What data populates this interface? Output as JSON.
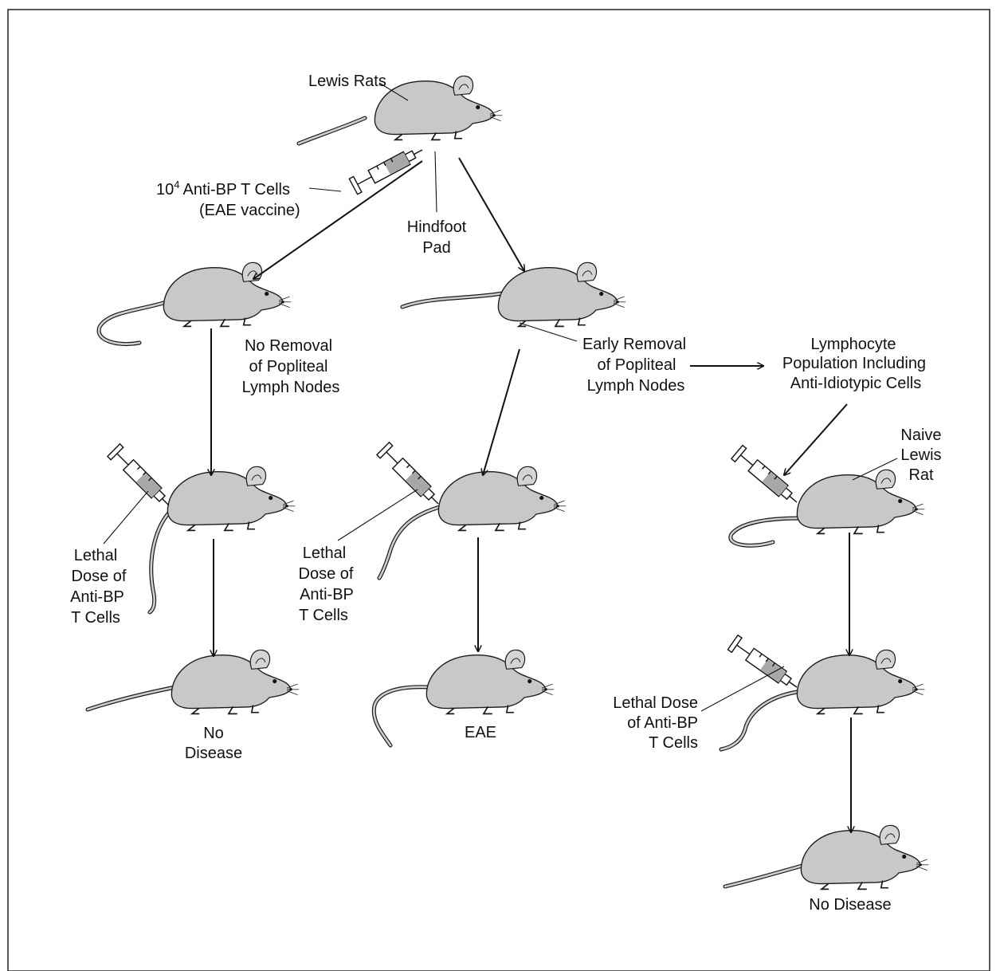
{
  "labels": {
    "lewis_rats": "Lewis Rats",
    "vaccine_line1": "Anti-BP T Cells",
    "vaccine_exp_base": "10",
    "vaccine_exp_sup": "4",
    "vaccine_line2": "(EAE vaccine)",
    "hindfoot": [
      "Hindfoot",
      "Pad"
    ],
    "no_removal": [
      "No Removal",
      "of  Popliteal",
      "Lymph Nodes"
    ],
    "early_removal": [
      "Early Removal",
      "of Popliteal",
      "Lymph Nodes"
    ],
    "lymphocyte": [
      "Lymphocyte",
      "Population Including",
      "Anti-Idiotypic Cells"
    ],
    "naive": [
      "Naive",
      "Lewis",
      "Rat"
    ],
    "lethal_left": [
      "Lethal",
      "Dose of",
      "Anti-BP",
      "T Cells"
    ],
    "lethal_mid": [
      "Lethal",
      "Dose of",
      "Anti-BP",
      "T Cells"
    ],
    "lethal_right": [
      "Lethal Dose",
      "of Anti-BP",
      "T Cells"
    ],
    "no_disease_left": [
      "No",
      "Disease"
    ],
    "eae": "EAE",
    "no_disease_right": "No Disease"
  },
  "colors": {
    "rat_fill": "#c8c8c8",
    "ink": "#111111",
    "syringe_fill": "#a8a8a8"
  },
  "icons": [
    "rat-illustration",
    "syringe-icon"
  ]
}
